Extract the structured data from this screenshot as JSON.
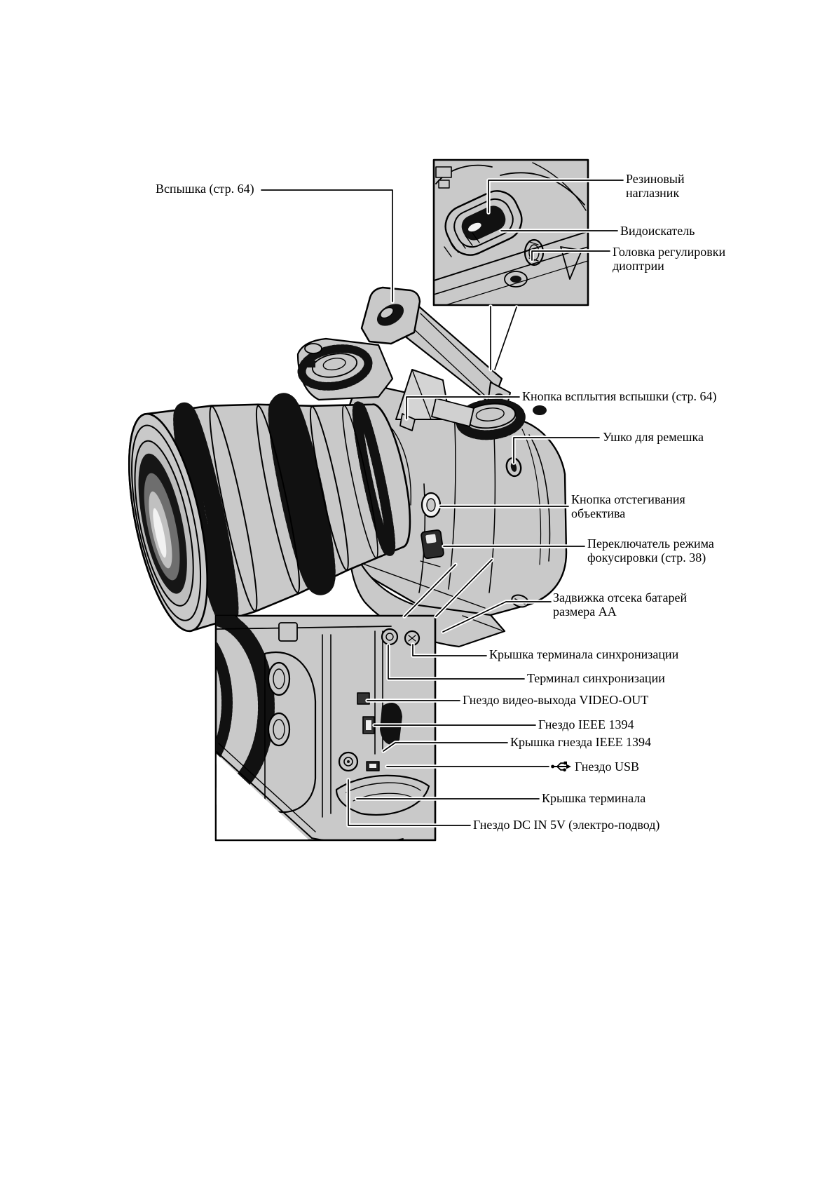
{
  "colors": {
    "background": "#ffffff",
    "line": "#000000",
    "camera_fill": "#c9c9c9"
  },
  "icons": {
    "usb": "usb-trident-icon"
  },
  "callouts": {
    "flash": {
      "label": "Вспышка (стр. 64)"
    },
    "rubber_eyecup": {
      "line1": "Резиновый",
      "line2": "наглазник"
    },
    "viewfinder": {
      "label": "Видоискатель"
    },
    "diopter_knob": {
      "line1": "Головка регулировки",
      "line2": "диоптрии"
    },
    "flash_popup_button": {
      "label": "Кнопка всплытия вспышки (стр. 64)"
    },
    "strap_eyelet": {
      "label": "Ушко для ремешка"
    },
    "lens_release_button": {
      "line1": "Кнопка отстегивания",
      "line2": "объектива"
    },
    "focus_mode_switch": {
      "line1": "Переключатель режима",
      "line2": "фокусировки (стр. 38)"
    },
    "battery_latch": {
      "line1": "Задвижка отсека батарей",
      "line2": "размера AA"
    },
    "sync_terminal_cover": {
      "label": "Крышка терминала синхронизации"
    },
    "sync_terminal": {
      "label": "Терминал синхронизации"
    },
    "video_out": {
      "label": "Гнездо видео-выхода VIDEO-OUT"
    },
    "ieee1394": {
      "label": "Гнездо IEEE 1394"
    },
    "ieee1394_cover": {
      "label": "Крышка гнезда IEEE 1394"
    },
    "usb": {
      "label": "Гнездо USB"
    },
    "terminal_cover": {
      "label": "Крышка терминала"
    },
    "dc_in": {
      "label": "Гнездо DC IN 5V (электро-подвод)"
    }
  }
}
